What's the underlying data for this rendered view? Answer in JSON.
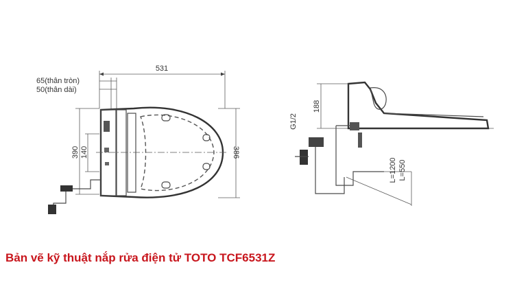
{
  "top_view": {
    "width_label": "531",
    "offset_round_label": "65(thân tròn)",
    "offset_long_label": "50(thân dài)",
    "height_outer_label": "390",
    "height_inner_label": "140",
    "depth_label": "386"
  },
  "side_view": {
    "connector_label": "G1/2",
    "height_label": "188",
    "hose_long_label": "L=1200",
    "hose_short_label": "L=550"
  },
  "caption": "Bản vẽ kỹ thuật nắp rửa điện tử TOTO TCF6531Z",
  "colors": {
    "caption": "#c8161d",
    "line": "#4a4a4a"
  }
}
